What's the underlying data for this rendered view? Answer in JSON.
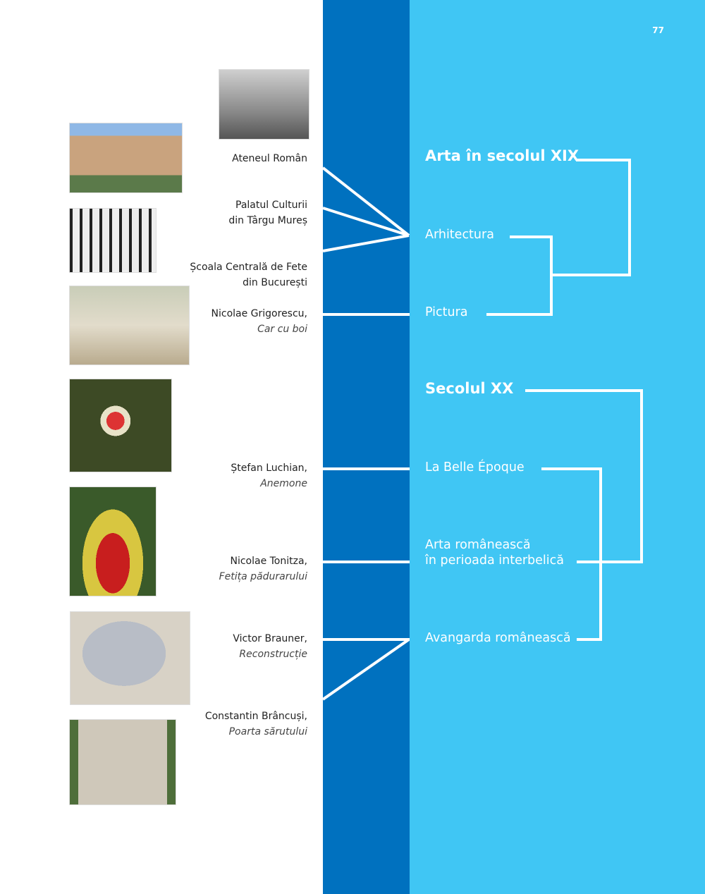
{
  "page_number": "77",
  "captions": [
    {
      "line1": "Ateneul Român"
    },
    {
      "line1": "Palatul Culturii",
      "line2": "din Târgu Mureș"
    },
    {
      "line1": "Școala Centrală de Fete",
      "line2": "din București"
    },
    {
      "line1": "Nicolae Grigorescu,",
      "work": "Car cu boi"
    },
    {
      "line1": "Ștefan Luchian,",
      "work": "Anemone"
    },
    {
      "line1": "Nicolae Tonitza,",
      "work": "Fetița pădurarului"
    },
    {
      "line1": "Victor Brauner,",
      "work": "Reconstrucție"
    },
    {
      "line1": "Constantin Brâncuși,",
      "work": "Poarta sărutului"
    }
  ],
  "nodes": {
    "xix": "Arta în secolul XIX",
    "arhitectura": "Arhitectura",
    "pictura": "Pictura",
    "xx": "Secolul XX",
    "belle": "La Belle Époque",
    "interbelica_1": "Arta românească",
    "interbelica_2": "în perioada interbelică",
    "avangarda": "Avangarda românească"
  },
  "colors": {
    "dark_band": "#0071bf",
    "light_band": "#40c6f4"
  }
}
